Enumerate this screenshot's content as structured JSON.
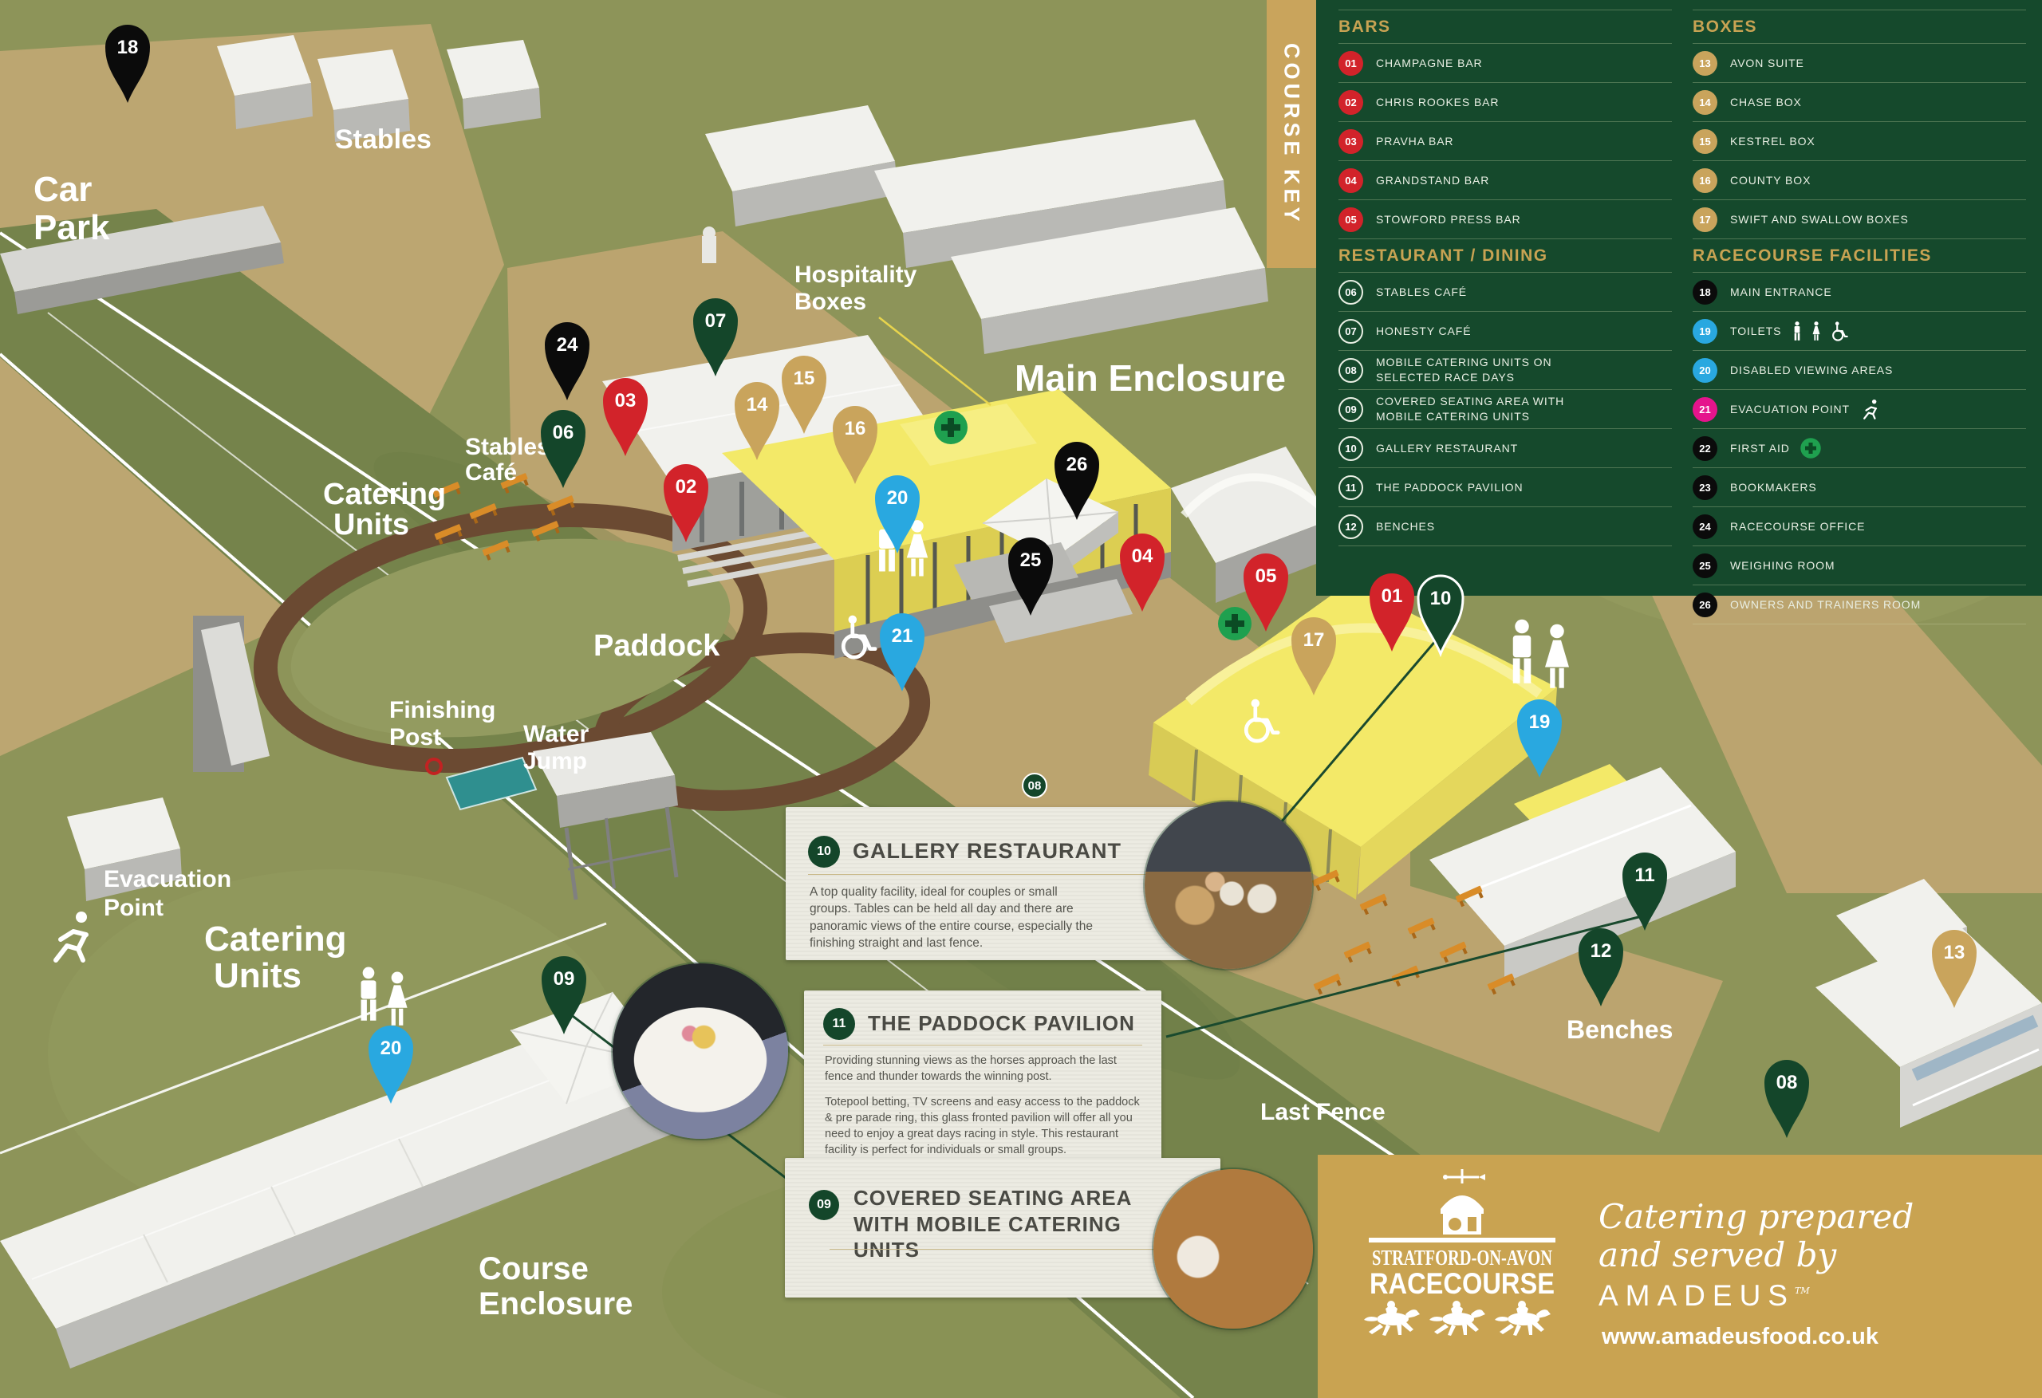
{
  "course_key": {
    "tab": "COURSE KEY"
  },
  "colors": {
    "legend_green": "#15492C",
    "tab_gold": "#C9A45C",
    "brand_gold": "#C9A351",
    "pin_red": "#D2232A",
    "pin_green": "#14462A",
    "pin_tan": "#C9A45C",
    "pin_black": "#0B0B0B",
    "pin_blue": "#29A8E0",
    "pin_pink": "#E5148C",
    "first_aid_green": "#1FA04F"
  },
  "legend": {
    "bars": {
      "title": "BARS",
      "items": [
        {
          "num": "01",
          "label": "CHAMPAGNE BAR",
          "color": "#D2232A"
        },
        {
          "num": "02",
          "label": "CHRIS ROOKES BAR",
          "color": "#D2232A"
        },
        {
          "num": "03",
          "label": "PRAVHA BAR",
          "color": "#D2232A"
        },
        {
          "num": "04",
          "label": "GRANDSTAND BAR",
          "color": "#D2232A"
        },
        {
          "num": "05",
          "label": "STOWFORD PRESS BAR",
          "color": "#D2232A"
        }
      ]
    },
    "dining": {
      "title": "RESTAURANT / DINING",
      "items": [
        {
          "num": "06",
          "label": "STABLES CAFÉ",
          "color": "transparent"
        },
        {
          "num": "07",
          "label": "HONESTY CAFÉ",
          "color": "transparent"
        },
        {
          "num": "08",
          "label": "MOBILE CATERING UNITS ON SELECTED RACE DAYS",
          "color": "transparent"
        },
        {
          "num": "09",
          "label": "COVERED SEATING AREA WITH MOBILE CATERING UNITS",
          "color": "transparent"
        },
        {
          "num": "10",
          "label": "GALLERY RESTAURANT",
          "color": "transparent"
        },
        {
          "num": "11",
          "label": "THE PADDOCK PAVILION",
          "color": "transparent"
        },
        {
          "num": "12",
          "label": "BENCHES",
          "color": "transparent"
        }
      ]
    },
    "boxes": {
      "title": "BOXES",
      "items": [
        {
          "num": "13",
          "label": "AVON SUITE",
          "color": "#C9A45C"
        },
        {
          "num": "14",
          "label": "CHASE BOX",
          "color": "#C9A45C"
        },
        {
          "num": "15",
          "label": "KESTREL BOX",
          "color": "#C9A45C"
        },
        {
          "num": "16",
          "label": "COUNTY BOX",
          "color": "#C9A45C"
        },
        {
          "num": "17",
          "label": "SWIFT AND SWALLOW BOXES",
          "color": "#C9A45C"
        }
      ]
    },
    "facilities": {
      "title": "RACECOURSE FACILITIES",
      "items": [
        {
          "num": "18",
          "label": "MAIN ENTRANCE",
          "color": "#0B0B0B"
        },
        {
          "num": "19",
          "label": "TOILETS",
          "color": "#29A8E0",
          "icons": [
            "male-icon",
            "female-icon",
            "wheelchair-icon"
          ]
        },
        {
          "num": "20",
          "label": "DISABLED VIEWING AREAS",
          "color": "#29A8E0"
        },
        {
          "num": "21",
          "label": "EVACUATION POINT",
          "color": "#E5148C",
          "icons": [
            "running-man-icon"
          ]
        },
        {
          "num": "22",
          "label": "FIRST AID",
          "color": "#0B0B0B",
          "icons": [
            "first-aid-cross-icon"
          ]
        },
        {
          "num": "23",
          "label": "BOOKMAKERS",
          "color": "#0B0B0B"
        },
        {
          "num": "24",
          "label": "RACECOURSE OFFICE",
          "color": "#0B0B0B"
        },
        {
          "num": "25",
          "label": "WEIGHING ROOM",
          "color": "#0B0B0B"
        },
        {
          "num": "26",
          "label": "OWNERS AND TRAINERS ROOM",
          "color": "#0B0B0B"
        }
      ]
    }
  },
  "map": {
    "labels": {
      "car_park": [
        "Car",
        "Park"
      ],
      "stables": [
        "Stables"
      ],
      "stables_cafe": [
        "Stables",
        "Café"
      ],
      "hospitality_boxes": [
        "Hospitality",
        "Boxes"
      ],
      "main_enclosure": [
        "Main Enclosure"
      ],
      "paddock": [
        "Paddock"
      ],
      "finishing_post": [
        "Finishing",
        "Post"
      ],
      "water_jump": [
        "Water",
        "Jump"
      ],
      "catering_units_top": [
        "Catering",
        "Units"
      ],
      "catering_units_left": [
        "Catering",
        "Units"
      ],
      "evacuation_point": [
        "Evacuation",
        "Point"
      ],
      "course_enclosure": [
        "Course",
        "Enclosure"
      ],
      "benches": [
        "Benches"
      ],
      "last_fence": [
        "Last Fence"
      ]
    },
    "pins": {
      "01": {
        "label": "01",
        "color": "#D2232A"
      },
      "02": {
        "label": "02",
        "color": "#D2232A"
      },
      "03": {
        "label": "03",
        "color": "#D2232A"
      },
      "04": {
        "label": "04",
        "color": "#D2232A"
      },
      "05": {
        "label": "05",
        "color": "#D2232A"
      },
      "06": {
        "label": "06",
        "color": "#14462A"
      },
      "07": {
        "label": "07",
        "color": "#14462A"
      },
      "08": {
        "label": "08",
        "color": "#14462A"
      },
      "09": {
        "label": "09",
        "color": "#14462A"
      },
      "10": {
        "label": "10",
        "color": "#14462A"
      },
      "11": {
        "label": "11",
        "color": "#14462A"
      },
      "12": {
        "label": "12",
        "color": "#14462A"
      },
      "13": {
        "label": "13",
        "color": "#C9A45C"
      },
      "14": {
        "label": "14",
        "color": "#C9A45C"
      },
      "15": {
        "label": "15",
        "color": "#C9A45C"
      },
      "16": {
        "label": "16",
        "color": "#C9A45C"
      },
      "17": {
        "label": "17",
        "color": "#C9A45C"
      },
      "18": {
        "label": "18",
        "color": "#0B0B0B"
      },
      "19": {
        "label": "19",
        "color": "#29A8E0"
      },
      "20": {
        "label": "20",
        "color": "#29A8E0"
      },
      "21": {
        "label": "21",
        "color": "#29A8E0"
      },
      "24": {
        "label": "24",
        "color": "#0B0B0B"
      },
      "25": {
        "label": "25",
        "color": "#0B0B0B"
      },
      "26": {
        "label": "26",
        "color": "#0B0B0B"
      }
    }
  },
  "callouts": {
    "gallery": {
      "num": "10",
      "title": "GALLERY RESTAURANT",
      "body": "A top quality facility, ideal for couples or small groups. Tables can be held all day and there are panoramic views of the entire course, especially the finishing straight and last fence."
    },
    "pavilion": {
      "num": "11",
      "title": "THE PADDOCK PAVILION",
      "body1": "Providing stunning views as the horses approach the last fence and thunder towards the winning post.",
      "body2": "Totepool betting, TV screens and easy access to the paddock & pre parade ring, this glass fronted pavilion will offer all you need to enjoy a great days racing in style. This restaurant facility is perfect for individuals or small groups."
    },
    "covered": {
      "num": "09",
      "title": "COVERED SEATING AREA WITH MOBILE CATERING UNITS"
    }
  },
  "brand": {
    "name_line1": "STRATFORD-ON-AVON",
    "name_line2": "RACECOURSE",
    "tagline_line1": "Catering prepared",
    "tagline_line2": "and served by",
    "partner": "AMADEUS",
    "trademark": "TM",
    "url": "www.amadeusfood.co.uk"
  }
}
